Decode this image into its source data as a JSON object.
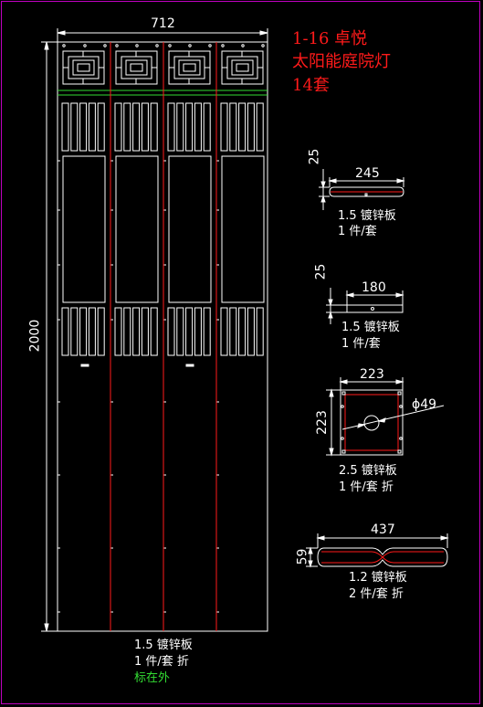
{
  "title": {
    "line1": "1-16  卓悦",
    "line2": "太阳能庭院灯",
    "line3": "14套"
  },
  "main_panel": {
    "width_dim": "712",
    "height_dim": "2000",
    "note_line1": "1.5 镀锌板",
    "note_line2": "1 件/套 折",
    "note_line3": "标在外"
  },
  "part_a": {
    "width_dim": "245",
    "height_dim": "25",
    "note_line1": "1.5 镀锌板",
    "note_line2": "1 件/套"
  },
  "part_b": {
    "width_dim": "180",
    "height_dim": "25",
    "note_line1": "1.5 镀锌板",
    "note_line2": "1 件/套"
  },
  "part_c": {
    "width_dim": "223",
    "height_dim": "223",
    "hole_dim": "ϕ49",
    "note_line1": "2.5 镀锌板",
    "note_line2": "1 件/套 折"
  },
  "part_d": {
    "width_dim": "437",
    "height_dim": "59",
    "note_line1": "1.2 镀锌板",
    "note_line2": "2 件/套 折"
  },
  "colors": {
    "background": "#000000",
    "lines": "#ffffff",
    "annotation": "#ff1a1a",
    "fold_line": "#33dd33",
    "frame": "#c000c0"
  }
}
